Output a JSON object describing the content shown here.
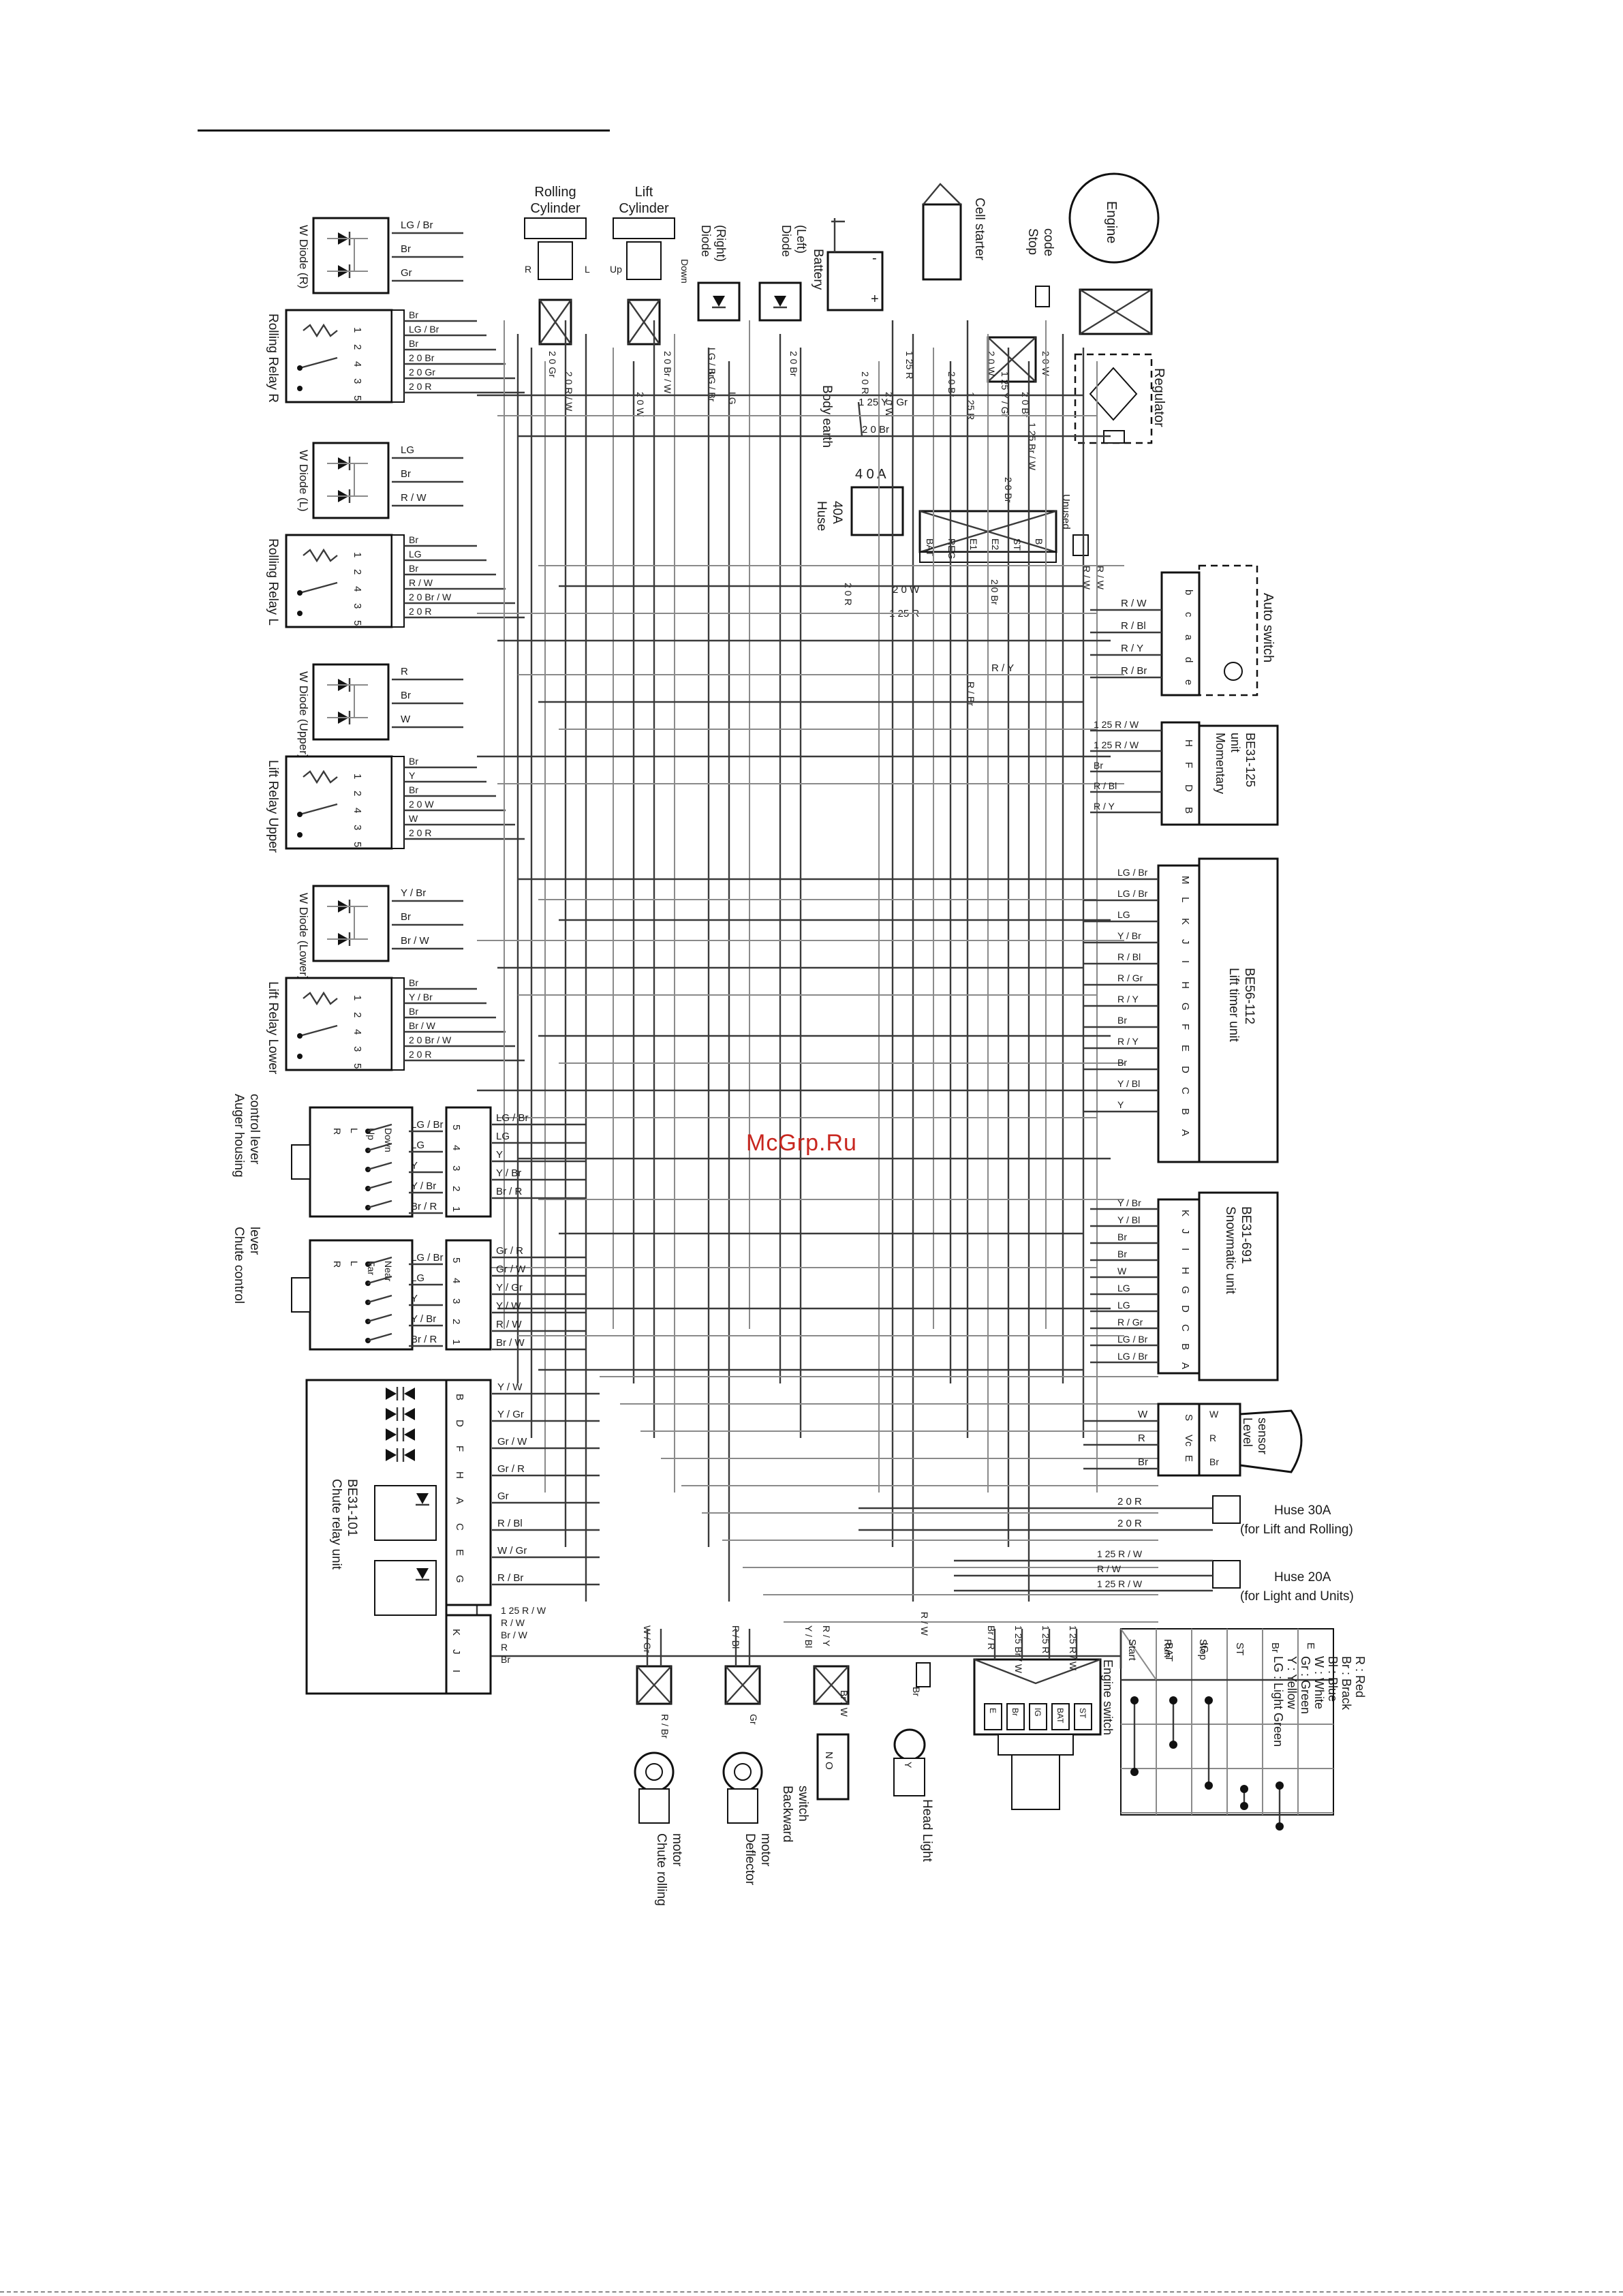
{
  "watermark": "McGrp.Ru",
  "top_components": {
    "rolling_cylinder": [
      "Rolling",
      "Cylinder"
    ],
    "lift_cylinder": [
      "Lift",
      "Cylinder"
    ],
    "diode_right": [
      "Diode",
      "(Right)"
    ],
    "diode_left": [
      "Diode",
      "(Left)"
    ],
    "battery": "Battery",
    "cell_starter": "Cell starter",
    "stop_code": [
      "Stop",
      "code"
    ],
    "engine": "Engine",
    "regulator": "Regulator",
    "body_earth": "Body earth",
    "fuse_40a": {
      "title": "4 0 A",
      "name": [
        "Huse",
        "40A"
      ]
    },
    "unused": "Unused",
    "cyl_terminals": {
      "rolling": [
        "R",
        "L"
      ],
      "lift": [
        "Up",
        "Down"
      ]
    }
  },
  "left_relays": [
    {
      "diode": "W Diode (R)",
      "relay": "Rolling Relay R",
      "wires": [
        "LG / Br",
        "Br",
        "Gr"
      ],
      "pins": [
        "1",
        "2",
        "4",
        "3",
        "5"
      ],
      "pin_wires": [
        "Br",
        "LG / Br",
        "Br",
        "2 0 Br",
        "2 0 Gr",
        "2 0 R"
      ]
    },
    {
      "diode": "W Diode (L)",
      "relay": "Rolling Relay L",
      "wires": [
        "LG",
        "Br",
        "R / W"
      ],
      "pins": [
        "1",
        "2",
        "4",
        "3",
        "5"
      ],
      "pin_wires": [
        "Br",
        "LG",
        "Br",
        "R / W",
        "2 0 Br / W",
        "2 0 R"
      ]
    },
    {
      "diode": "W Diode (Upper)",
      "relay": "Lift Relay Upper",
      "wires": [
        "R",
        "Br",
        "W"
      ],
      "pins": [
        "1",
        "2",
        "4",
        "3",
        "5"
      ],
      "pin_wires": [
        "Br",
        "Y",
        "Br",
        "2 0 W",
        "W",
        "2 0 R"
      ]
    },
    {
      "diode": "W Diode (Lower)",
      "relay": "Lift Relay Lower",
      "wires": [
        "Y / Br",
        "Br",
        "Br / W"
      ],
      "pins": [
        "1",
        "2",
        "4",
        "3",
        "5"
      ],
      "pin_wires": [
        "Br",
        "Y / Br",
        "Br",
        "Br / W",
        "2 0 Br / W",
        "2 0 R"
      ]
    }
  ],
  "wire_gauges": [
    "2 0 Gr",
    "2 0 R / W",
    "2 0 W",
    "2 0 Br / W",
    "LG / Br",
    "LG",
    "2 0 Br",
    "2 0 R",
    "2 0 W",
    "1 25 R",
    "2 0 Br",
    "1 25 R",
    "2 0 W",
    "1 25 Y / Gr",
    "2 0 Br",
    "2 0 W",
    "1 25 Br / W",
    "2 0 Br",
    "R / W",
    "R / W",
    "R / Y",
    "R / Br"
  ],
  "ecu_pins": [
    "BAT",
    "REG",
    "E1",
    "E2",
    "ST",
    "B"
  ],
  "auger_lever": {
    "title": [
      "Auger housing",
      "control lever"
    ],
    "header": [
      "R",
      "L",
      "Up",
      "Down"
    ],
    "pins": [
      "5",
      "4",
      "3",
      "2",
      "1"
    ],
    "left_wires": [
      "LG / Br",
      "LG",
      "Y",
      "Y / Br",
      "Br / R"
    ],
    "right_wires": [
      "LG / Br",
      "LG",
      "Y",
      "Y / Br",
      "Br / R"
    ]
  },
  "chute_lever": {
    "title": [
      "Chute control",
      "lever"
    ],
    "header": [
      "R",
      "L",
      "Far",
      "Near"
    ],
    "pins": [
      "5",
      "4",
      "3",
      "2",
      "1"
    ],
    "left_wires": [
      "LG / Br",
      "LG",
      "Y",
      "Y / Br",
      "Br / R"
    ],
    "right_wires": [
      "Gr / R",
      "Gr / W",
      "Y / Gr",
      "Y / W",
      "R / W",
      "Br / W"
    ]
  },
  "chute_relay_unit": {
    "title": [
      "Chute relay unit",
      "BE31-101"
    ],
    "pins": [
      "B",
      "D",
      "F",
      "H",
      "A",
      "C",
      "E",
      "G"
    ],
    "pins2": [
      "K",
      "J",
      "I"
    ],
    "wires": [
      "Y / W",
      "Y / Gr",
      "Gr / W",
      "Gr / R",
      "Gr",
      "R / Bl",
      "W / Gr",
      "R / Br"
    ],
    "wires2": [
      "1 25 R / W",
      "R / W",
      "Br / W",
      "R",
      "Br"
    ]
  },
  "right_units": {
    "auto_switch": {
      "title": "Auto switch",
      "pins": [
        "b",
        "c",
        "a",
        "d",
        "e"
      ],
      "wires": [
        "R / W",
        "R / Bl",
        "R / Y",
        "R / Br"
      ]
    },
    "momentary": {
      "title": [
        "Momentary",
        "unit",
        "BE31-125"
      ],
      "pins": [
        "H",
        "F",
        "D",
        "B"
      ],
      "wires": [
        "1 25 R / W",
        "1 25 R / W",
        "Br",
        "R / Bl",
        "R / Y"
      ]
    },
    "lift_timer": {
      "title": [
        "Lift timer unit",
        "BE56-112"
      ],
      "pins": [
        "M",
        "L",
        "K",
        "J",
        "I",
        "H",
        "G",
        "F",
        "E",
        "D",
        "C",
        "B",
        "A"
      ],
      "wires": [
        "LG / Br",
        "LG / Br",
        "LG",
        "Y / Br",
        "R / Bl",
        "R / Gr",
        "R / Y",
        "Br",
        "R / Y",
        "Br",
        "Y / Bl",
        "Y"
      ]
    },
    "snowmatic": {
      "title": [
        "Snowmatic unit",
        "BE31-691"
      ],
      "pins": [
        "K",
        "J",
        "I",
        "H",
        "G",
        "D",
        "C",
        "B",
        "A"
      ],
      "wires": [
        "Y / Br",
        "Y / Bl",
        "Br",
        "Br",
        "W",
        "LG",
        "LG",
        "R / Gr",
        "LG / Br",
        "LG / Br"
      ]
    },
    "level_sensor": {
      "title": [
        "Level",
        "sensor"
      ],
      "pins": [
        "S",
        "Vc",
        "E"
      ],
      "wires": [
        "W",
        "R",
        "Br"
      ],
      "wires_out": [
        "W",
        "R",
        "Br"
      ]
    },
    "fuse_30a": {
      "title": [
        "Huse 30A",
        "(for Lift and Rolling)"
      ],
      "wires": [
        "2 0 R",
        "2 0 R"
      ]
    },
    "fuse_20a": {
      "title": [
        "Huse 20A",
        "(for Light and Units)"
      ],
      "wires": [
        "1 25 R / W",
        "R / W",
        "1 25 R / W"
      ]
    }
  },
  "bottom_components": {
    "chute_rolling_motor": {
      "title": [
        "Chute rolling",
        "motor"
      ],
      "wires": [
        "W / Gr",
        "R / Br"
      ]
    },
    "deflector_motor": {
      "title": [
        "Deflector",
        "motor"
      ],
      "wires": [
        "R / Bl",
        "Gr"
      ]
    },
    "backward_switch": {
      "title": [
        "Backward",
        "switch"
      ],
      "mark": "N O",
      "wires": [
        "Y / Bl",
        "R / Y",
        "Br / W"
      ]
    },
    "head_light": {
      "title": "Head Light",
      "wires": [
        "R / W",
        "Br",
        "Y"
      ]
    },
    "engine_switch": {
      "title": "Engine switch",
      "terminals": [
        "E",
        "Br",
        "IG",
        "BAT",
        "ST"
      ],
      "wires": [
        "Br / R",
        "1 25 Br / W",
        "1 25 R",
        "1 25 R / W"
      ]
    }
  },
  "switch_table": {
    "rows": [
      "Start",
      "Run",
      "Stop"
    ],
    "cols": [
      "BAT",
      "IG",
      "ST",
      "Br",
      "E"
    ]
  },
  "color_legend": [
    "R : Red",
    "Br : Brack",
    "Bl : Blue",
    "W : White",
    "Gr : Green",
    "Y : Yellow",
    "LG : Light Green"
  ]
}
